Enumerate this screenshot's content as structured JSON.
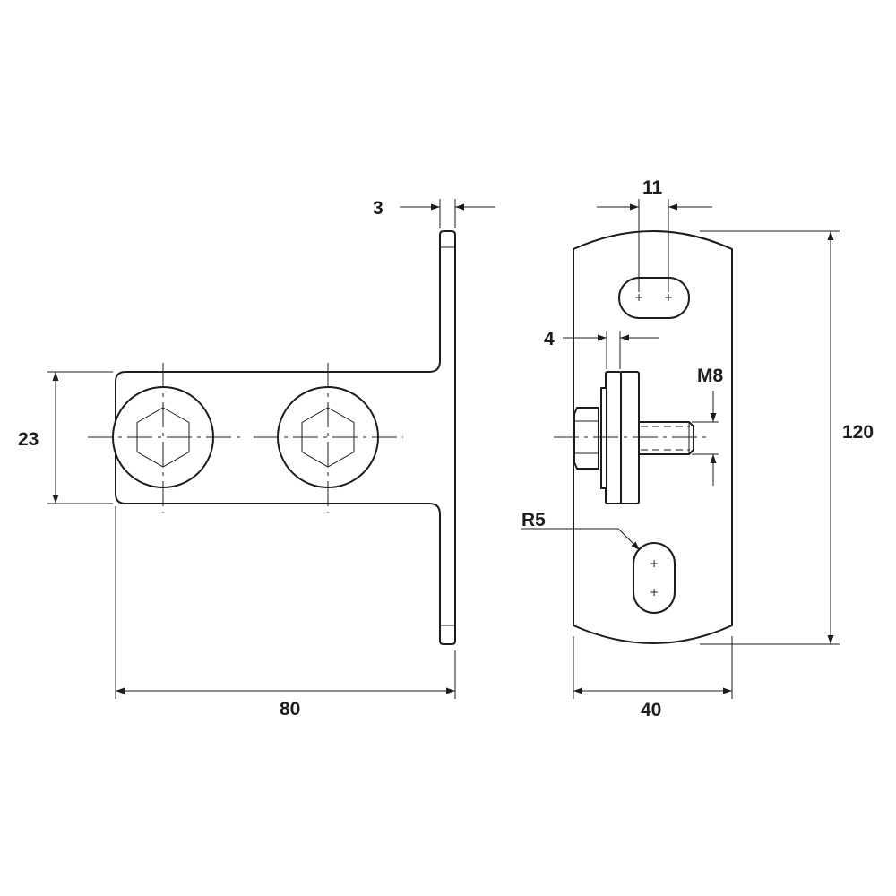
{
  "drawing": {
    "colors": {
      "line": "#1c1c1c",
      "background": "#ffffff"
    },
    "side_view": {
      "dimensions": {
        "plate_thickness": "3",
        "arm_height": "23",
        "overall_length": "80"
      }
    },
    "front_view": {
      "dimensions": {
        "slot_spacing": "11",
        "washer_thickness": "4",
        "thread": "M8",
        "overall_height": "120",
        "slot_radius": "R5",
        "overall_width": "40"
      },
      "slot_center_marks": [
        "+",
        "+",
        "+",
        "+"
      ]
    }
  }
}
